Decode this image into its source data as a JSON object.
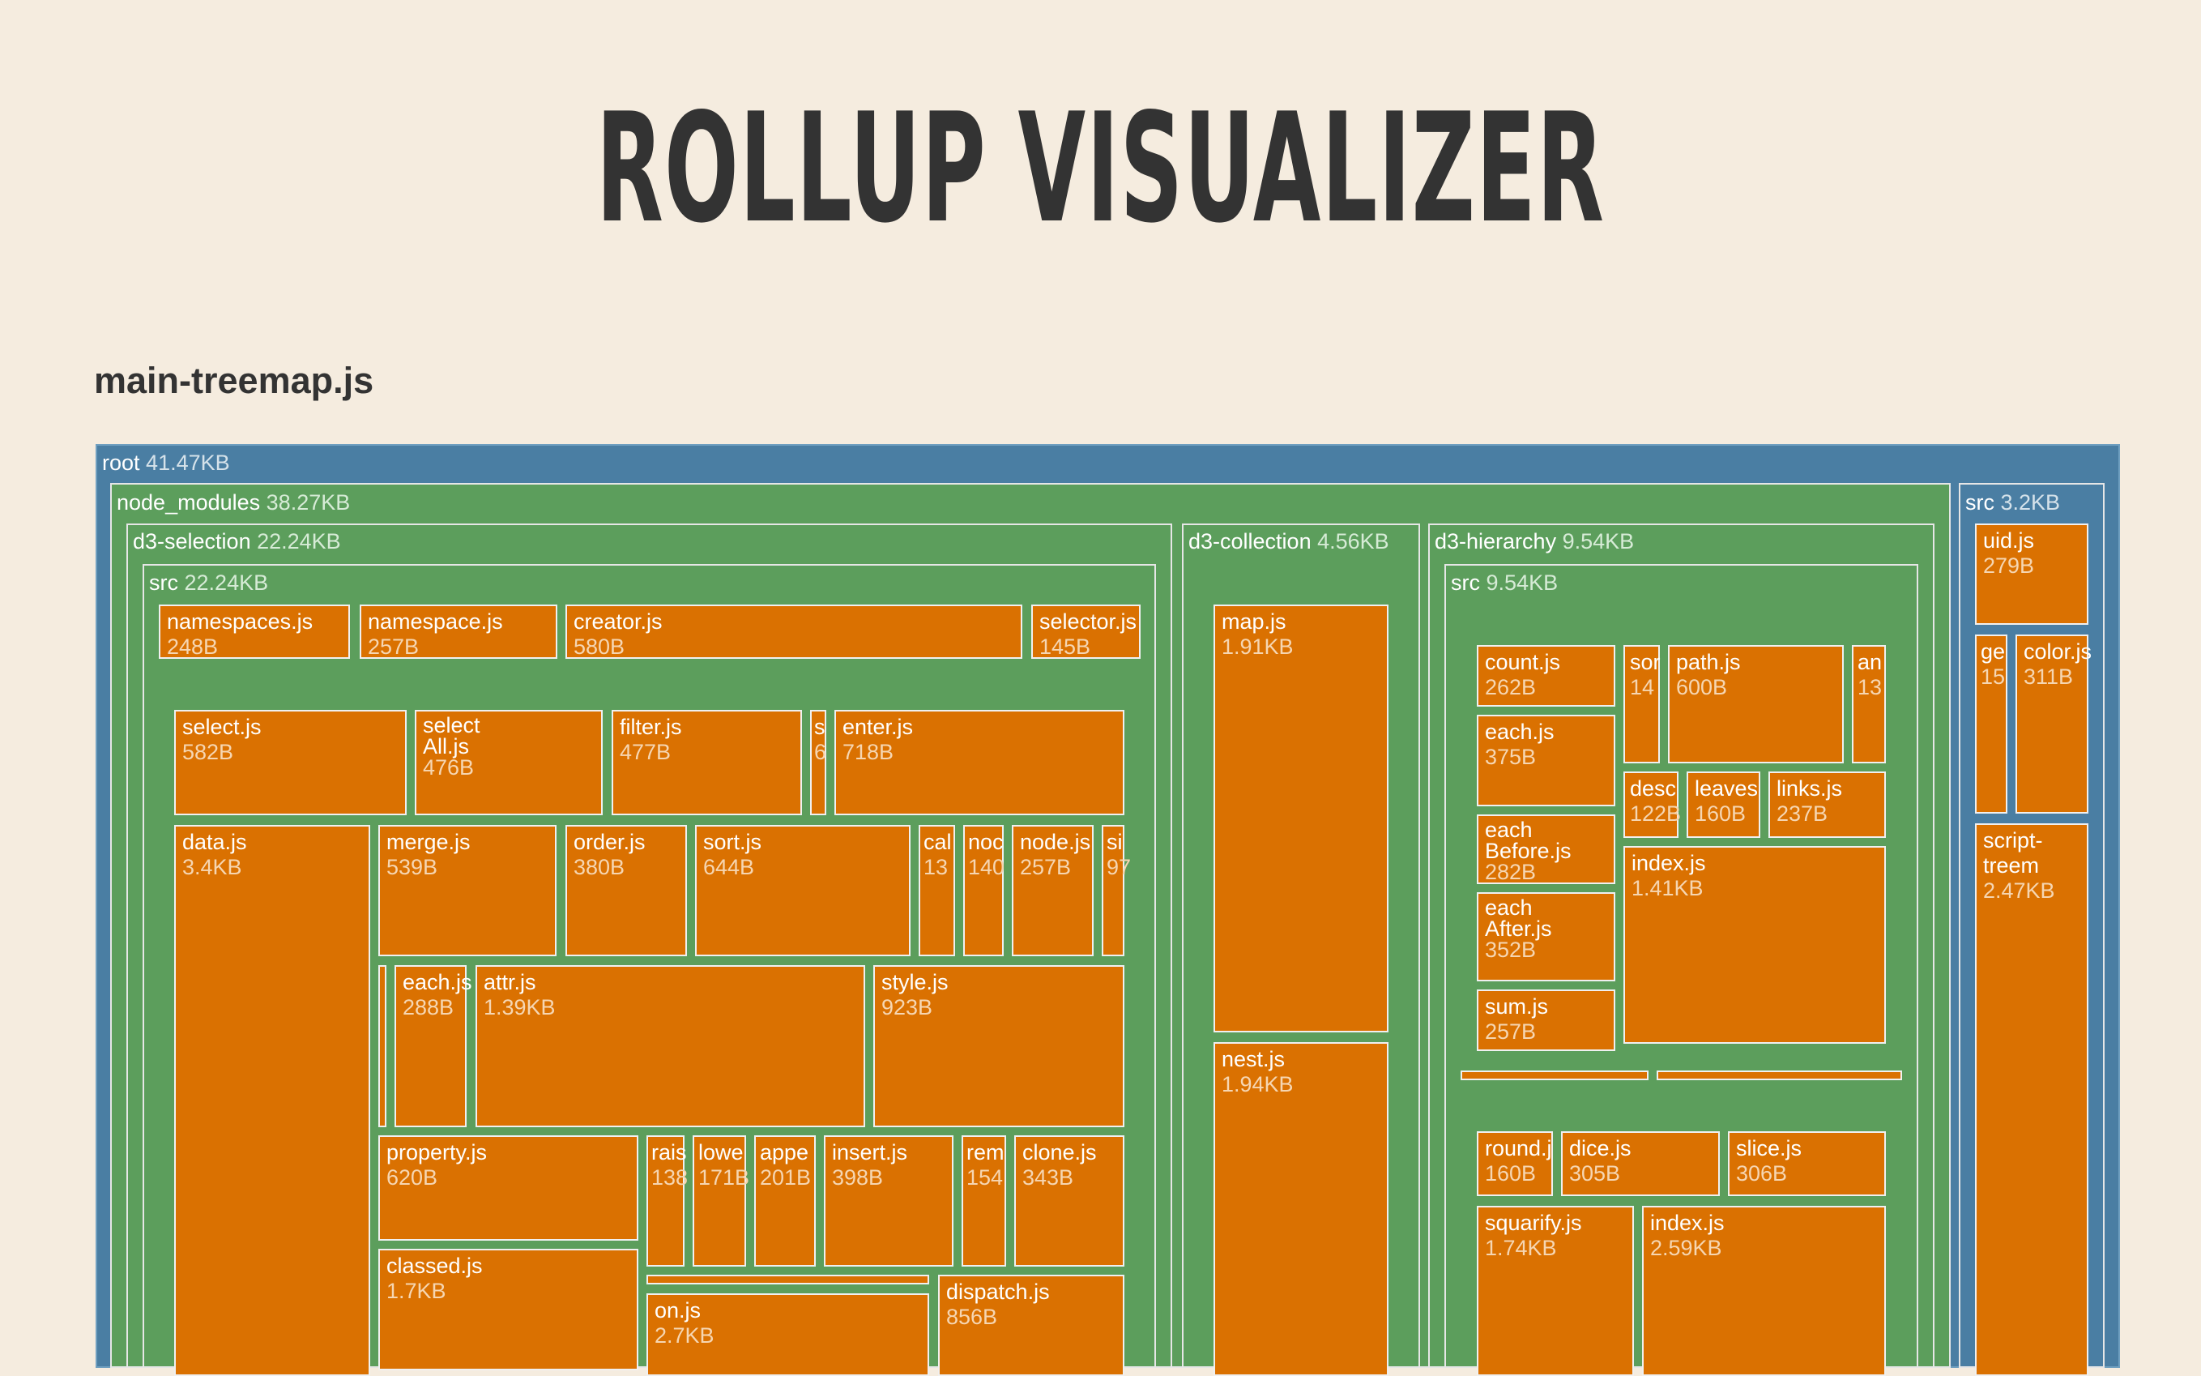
{
  "header": {
    "title": "ROLLUP VISUALIZER"
  },
  "bundle": {
    "file_name": "main-treemap.js"
  },
  "colors": {
    "background": "#f5ecdf",
    "root": "#4a7ea3",
    "group": "#5c9e5c",
    "leaf": "#da7101",
    "title": "#333333"
  },
  "treemap": {
    "root": {
      "name": "root",
      "size": "41.47KB"
    },
    "node_modules": {
      "name": "node_modules",
      "size": "38.27KB"
    },
    "d3_selection": {
      "name": "d3-selection",
      "size": "22.24KB"
    },
    "d3_selection_src": {
      "name": "src",
      "size": "22.24KB"
    },
    "d3_collection": {
      "name": "d3-collection",
      "size": "4.56KB"
    },
    "d3_hierarchy": {
      "name": "d3-hierarchy",
      "size": "9.54KB"
    },
    "d3_hierarchy_src": {
      "name": "src",
      "size": "9.54KB"
    },
    "app_src": {
      "name": "src",
      "size": "3.2KB"
    },
    "leaves": [
      {
        "name": "namespaces.js",
        "size": "248B"
      },
      {
        "name": "namespace.js",
        "size": "257B"
      },
      {
        "name": "creator.js",
        "size": "580B"
      },
      {
        "name": "selector.js",
        "size": "145B"
      },
      {
        "name": "select.js",
        "size": "582B"
      },
      {
        "name": "select\nAll.js",
        "size": "476B"
      },
      {
        "name": "filter.js",
        "size": "477B"
      },
      {
        "name": "s",
        "size": "6"
      },
      {
        "name": "enter.js",
        "size": "718B"
      },
      {
        "name": "data.js",
        "size": "3.4KB"
      },
      {
        "name": "merge.js",
        "size": "539B"
      },
      {
        "name": "order.js",
        "size": "380B"
      },
      {
        "name": "sort.js",
        "size": "644B"
      },
      {
        "name": "cal",
        "size": "13"
      },
      {
        "name": "noc",
        "size": "140"
      },
      {
        "name": "node.js",
        "size": "257B"
      },
      {
        "name": "si",
        "size": "97"
      },
      {
        "name": "each.js",
        "size": "288B"
      },
      {
        "name": "attr.js",
        "size": "1.39KB"
      },
      {
        "name": "style.js",
        "size": "923B"
      },
      {
        "name": "property.js",
        "size": "620B"
      },
      {
        "name": "rais",
        "size": "138"
      },
      {
        "name": "lowe",
        "size": "171B"
      },
      {
        "name": "appe",
        "size": "201B"
      },
      {
        "name": "insert.js",
        "size": "398B"
      },
      {
        "name": "rem",
        "size": "154"
      },
      {
        "name": "clone.js",
        "size": "343B"
      },
      {
        "name": "classed.js",
        "size": "1.7KB"
      },
      {
        "name": "dispatch.js",
        "size": "856B"
      },
      {
        "name": "on.js",
        "size": "2.7KB"
      },
      {
        "name": "map.js",
        "size": "1.91KB"
      },
      {
        "name": "nest.js",
        "size": "1.94KB"
      },
      {
        "name": "count.js",
        "size": "262B"
      },
      {
        "name": "sor",
        "size": "14"
      },
      {
        "name": "path.js",
        "size": "600B"
      },
      {
        "name": "an",
        "size": "13"
      },
      {
        "name": "each.js",
        "size": "375B"
      },
      {
        "name": "desc",
        "size": "122B"
      },
      {
        "name": "leaves",
        "size": "160B"
      },
      {
        "name": "links.js",
        "size": "237B"
      },
      {
        "name": "each\nBefore.js",
        "size": "282B"
      },
      {
        "name": "index.js",
        "size": "1.41KB"
      },
      {
        "name": "each\nAfter.js",
        "size": "352B"
      },
      {
        "name": "sum.js",
        "size": "257B"
      },
      {
        "name": "round.j",
        "size": "160B"
      },
      {
        "name": "dice.js",
        "size": "305B"
      },
      {
        "name": "slice.js",
        "size": "306B"
      },
      {
        "name": "squarify.js",
        "size": "1.74KB"
      },
      {
        "name": "index.js",
        "size": "2.59KB"
      },
      {
        "name": "uid.js",
        "size": "279B"
      },
      {
        "name": "ge",
        "size": "15"
      },
      {
        "name": "color.js",
        "size": "311B"
      },
      {
        "name": "script-treem",
        "size": "2.47KB"
      }
    ]
  }
}
